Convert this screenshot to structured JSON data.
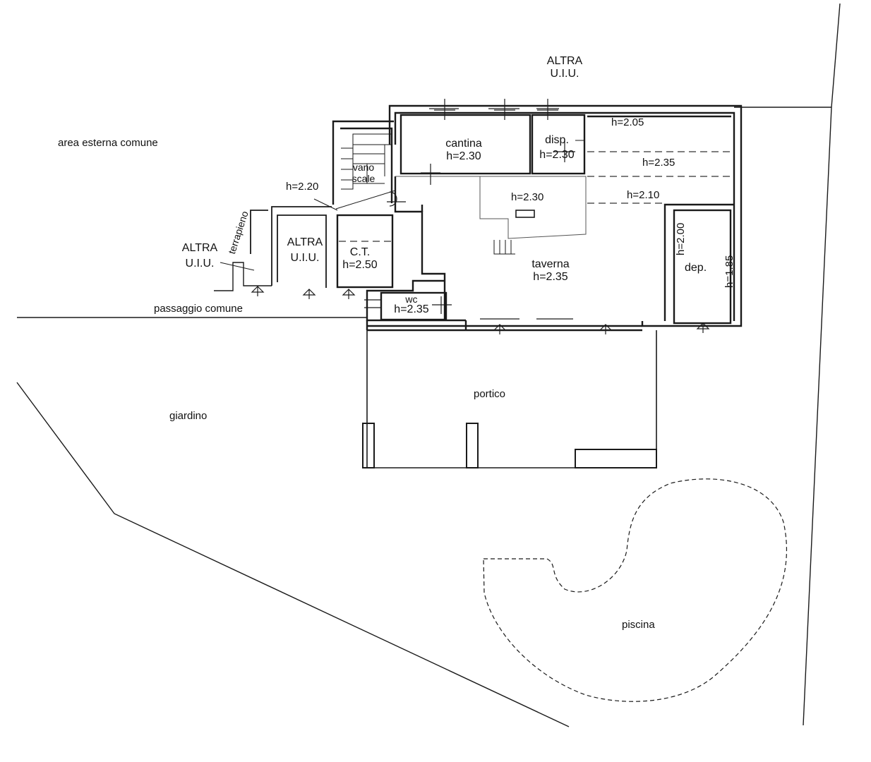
{
  "labels": {
    "other_unit_top": [
      "ALTRA",
      "U.I.U."
    ],
    "common_outdoor_area": "area esterna comune",
    "stairwell": [
      "vano",
      "scale"
    ],
    "stair_height": "h=2.20",
    "cellar": [
      "cantina",
      "h=2.30"
    ],
    "storage": [
      "disp.",
      "h=2.30"
    ],
    "height_top_right": "h=2.05",
    "height_mid_right": "h=2.35",
    "height_tavern_upper": "h=2.30",
    "height_right_beam": "h=2.10",
    "embankment": "terrapieno",
    "other_unit_left": [
      "ALTRA",
      "U.I.U."
    ],
    "other_unit_mid": [
      "ALTRA",
      "U.I.U."
    ],
    "boiler_room": [
      "C.T.",
      "h=2.50"
    ],
    "tavern": [
      "taverna",
      "h=2.35"
    ],
    "wc": [
      "wc",
      "h=2.35"
    ],
    "depot": "dep.",
    "depot_height_left": "h=2.00",
    "depot_height_right": "h=1.85",
    "common_passage": "passaggio comune",
    "portico": "portico",
    "garden": "giardino",
    "pool": "piscina"
  },
  "colors": {
    "line": "#1a1a1a",
    "dim_line": "#555555",
    "background": "#ffffff"
  }
}
